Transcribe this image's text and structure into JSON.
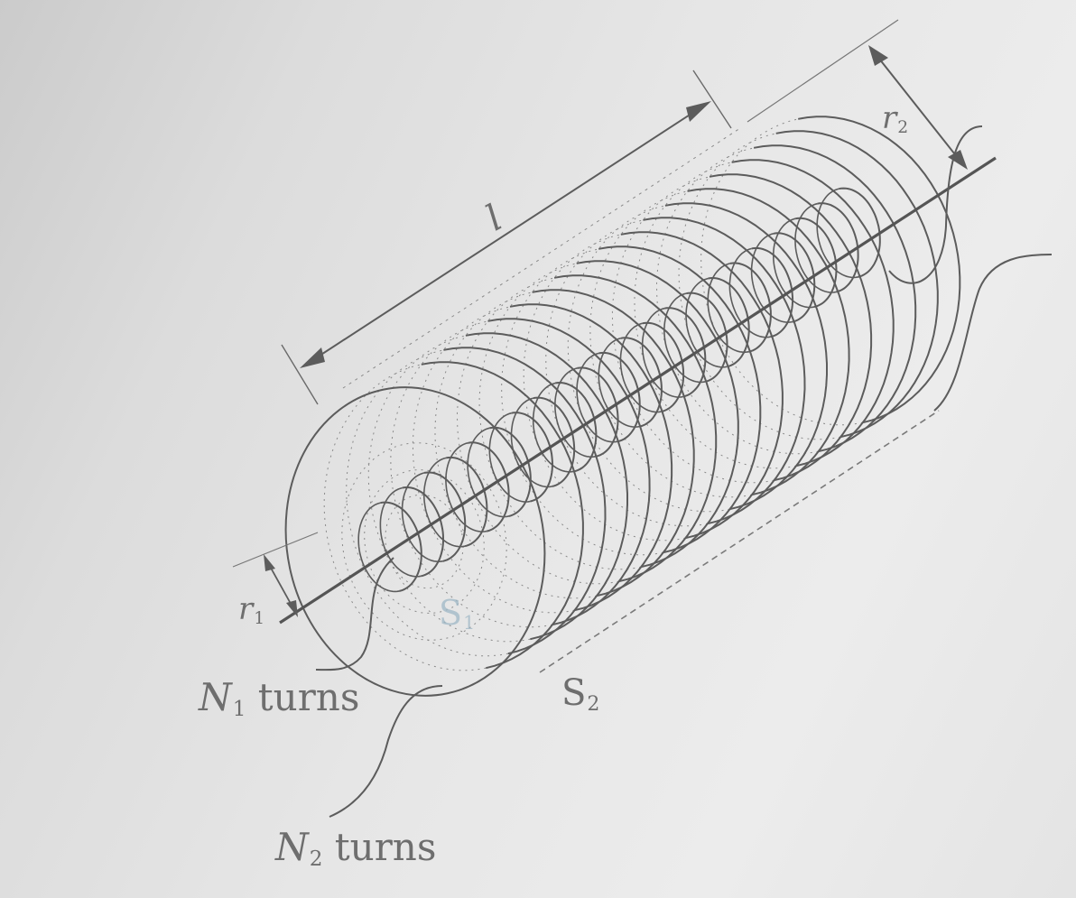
{
  "diagram": {
    "length_label": "l",
    "r1_label": {
      "main": "r",
      "sub": "1"
    },
    "r2_label": {
      "main": "r",
      "sub": "2"
    },
    "s1_label": {
      "main": "S",
      "sub": "1"
    },
    "s2_label": {
      "main": "S",
      "sub": "2"
    },
    "n1_label": {
      "main": "N",
      "sub": "1",
      "suffix": " turns"
    },
    "n2_label": {
      "main": "N",
      "sub": "2",
      "suffix": " turns"
    },
    "colors": {
      "ink": "#5c5c5c",
      "dashed": "#8a8a8a",
      "s1": "#9fb8c6"
    }
  }
}
